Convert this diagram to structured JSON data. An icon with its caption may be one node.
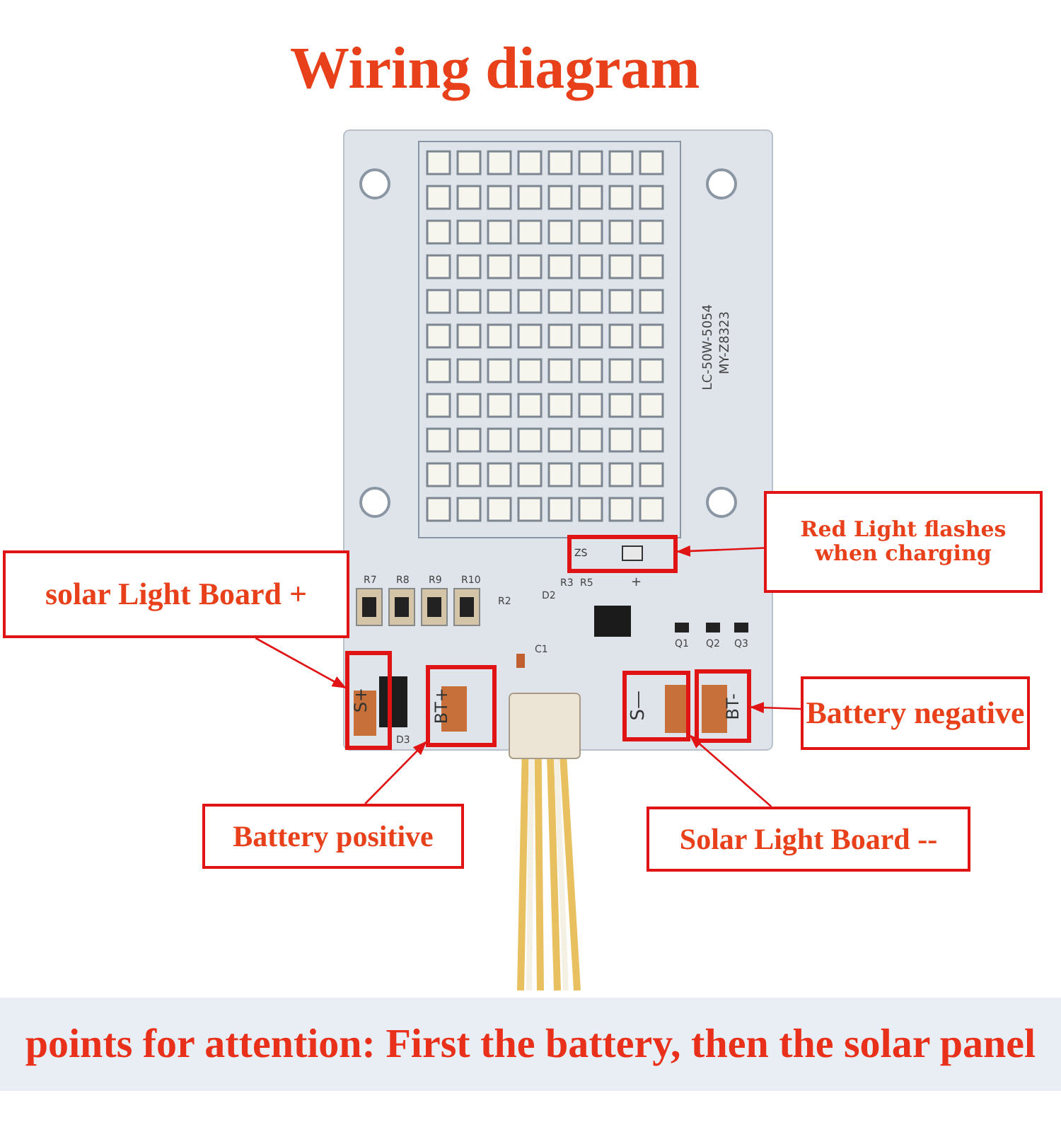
{
  "diagram": {
    "title": "Wiring diagram",
    "caption": "points for attention: First the battery, then the solar panel",
    "nodes": [
      {
        "text": [
          "ZS"
        ]
      },
      {
        "text": [
          "Red Light flashes when charging"
        ]
      },
      {
        "text": [
          "solar Light Board +"
        ]
      },
      {
        "text": [
          "S+"
        ]
      },
      {
        "text": [
          "BT+"
        ]
      },
      {
        "text": [
          "S—"
        ]
      },
      {
        "text": [
          "BT-"
        ]
      },
      {
        "text": [
          "Battery negative"
        ]
      },
      {
        "text": [
          "Battery positive"
        ]
      },
      {
        "text": [
          "Solar Light Board --"
        ]
      }
    ],
    "edges": [
      {
        "from": 1,
        "to": 0,
        "arrow": "to"
      },
      {
        "from": 2,
        "to": 3,
        "arrow": "to"
      },
      {
        "from": 7,
        "to": 6,
        "arrow": "to"
      },
      {
        "from": 8,
        "to": 4,
        "arrow": "to"
      },
      {
        "from": 9,
        "to": 5,
        "arrow": "to"
      }
    ],
    "labels": [
      "LC-50W-5054",
      "MY-Z8323",
      "R7",
      "R8",
      "R9",
      "R10",
      "R3",
      "R5",
      "+",
      "R2",
      "D2",
      "Q1",
      "Q2",
      "Q3",
      "C1",
      "D3"
    ]
  }
}
